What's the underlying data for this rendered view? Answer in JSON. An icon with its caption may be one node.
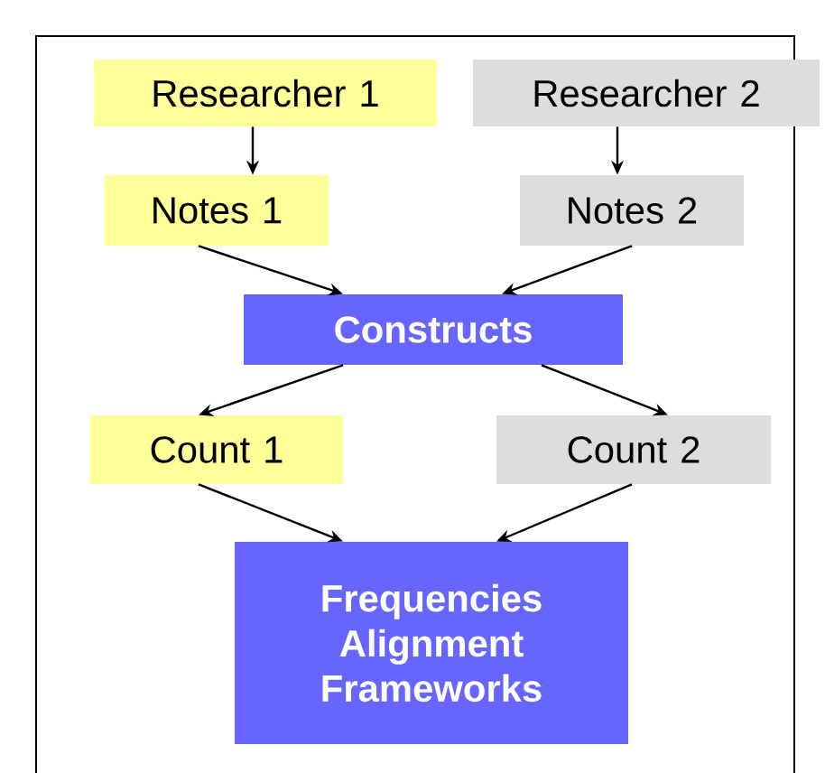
{
  "diagram": {
    "nodes": [
      {
        "text": [
          "Researcher 1"
        ]
      },
      {
        "text": [
          "Researcher 2"
        ]
      },
      {
        "text": [
          "Notes 1"
        ]
      },
      {
        "text": [
          "Notes 2"
        ]
      },
      {
        "text": [
          "Constructs"
        ]
      },
      {
        "text": [
          "Count 1"
        ]
      },
      {
        "text": [
          "Count 2"
        ]
      },
      {
        "text": [
          "Frequencies Alignment Frameworks"
        ]
      }
    ],
    "edges": [
      {
        "from": 0,
        "to": 2,
        "arrow": "to"
      },
      {
        "from": 1,
        "to": 3,
        "arrow": "to"
      },
      {
        "from": 2,
        "to": 4,
        "arrow": "to"
      },
      {
        "from": 3,
        "to": 4,
        "arrow": "to"
      },
      {
        "from": 4,
        "to": 5,
        "arrow": "to"
      },
      {
        "from": 4,
        "to": 6,
        "arrow": "to"
      },
      {
        "from": 5,
        "to": 7,
        "arrow": "to"
      },
      {
        "from": 6,
        "to": 7,
        "arrow": "to"
      }
    ]
  }
}
